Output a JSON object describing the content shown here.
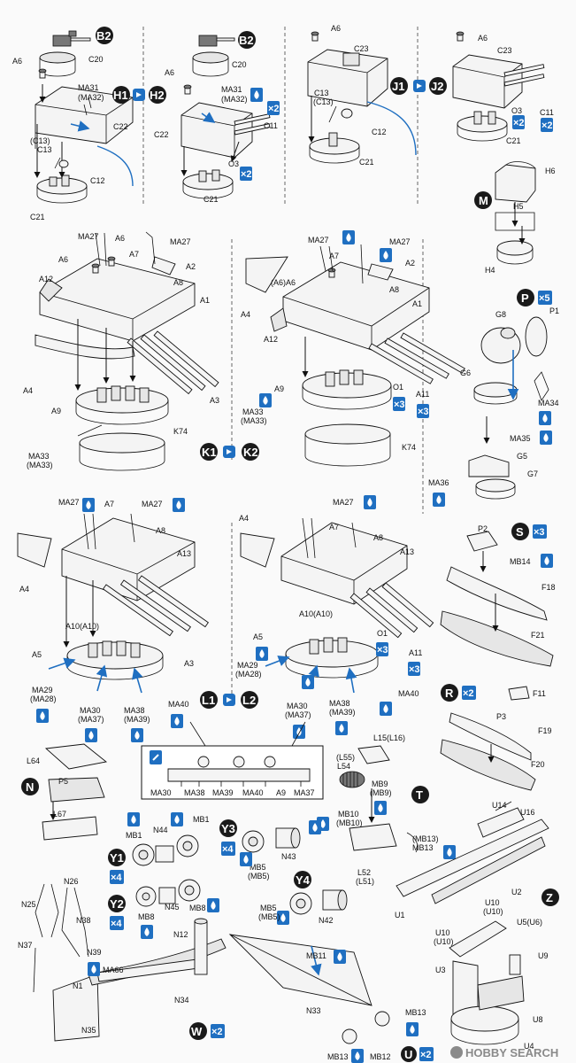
{
  "steps": {
    "b2_a": "B2",
    "b2_b": "B2",
    "h1": "H1",
    "h2": "H2",
    "j1": "J1",
    "j2": "J2",
    "m": "M",
    "p": "P",
    "p_qty": "×5",
    "k1": "K1",
    "k2": "K2",
    "l1": "L1",
    "l2": "L2",
    "s": "S",
    "s_qty": "×3",
    "r": "R",
    "r_qty": "×2",
    "n": "N",
    "t": "T",
    "y1": "Y1",
    "y1_qty": "×4",
    "y2": "Y2",
    "y2_qty": "×4",
    "y3": "Y3",
    "y3_qty": "×4",
    "y4": "Y4",
    "z": "Z",
    "w": "W",
    "w_qty": "×2",
    "u": "U",
    "u_qty": "×2"
  },
  "labels": {
    "h_a6": "A6",
    "h_c20": "C20",
    "h_ma31": "MA31",
    "h_ma32": "(MA32)",
    "h_c22": "C22",
    "h_c13p": "(C13)",
    "h_c13": "C13",
    "h_c12": "C12",
    "h_c21": "C21",
    "h2_a6": "A6",
    "h2_c20": "C20",
    "h2_ma31": "MA31",
    "h2_ma32": "(MA32)",
    "h2_c11": "C11",
    "h2_c22": "C22",
    "h2_o3": "O3",
    "h2_c21": "C21",
    "h2_x2": "×2",
    "h2_x2b": "×2",
    "j_a6": "A6",
    "j_c23": "C23",
    "j_c13": "C13",
    "j_c13p": "(C13)",
    "j_c12": "C12",
    "j_c21": "C21",
    "j2_a6": "A6",
    "j2_c23": "C23",
    "j2_o3": "O3",
    "j2_c11": "C11",
    "j2_c21": "C21",
    "j2_x2": "×2",
    "j2_x2b": "×2",
    "m_h6": "H6",
    "m_h5": "H5",
    "m_h4": "H4",
    "p_g8": "G8",
    "p_p1": "P1",
    "p_g6": "G6",
    "p_ma34": "MA34",
    "p_ma35": "MA35",
    "p_g5": "G5",
    "p_g7": "G7",
    "p_ma36": "MA36",
    "k_ma27": "MA27",
    "k_a6": "A6",
    "k_ma27b": "MA27",
    "k_a6b": "A6",
    "k_a7": "A7",
    "k_a2": "A2",
    "k_a8": "A8",
    "k_a12": "A12",
    "k_a1": "A1",
    "k_a3": "A3",
    "k_a4": "A4",
    "k_a9": "A9",
    "k_ma33": "MA33",
    "k_ma33p": "(MA33)",
    "k_k74": "K74",
    "k2_ma27": "MA27",
    "k2_ma27b": "MA27",
    "k2_a7": "A7",
    "k2_a2": "A2",
    "k2_a6": "(A6)A6",
    "k2_a8": "A8",
    "k2_a1": "A1",
    "k2_a4": "A4",
    "k2_a12": "A12",
    "k2_a9": "A9",
    "k2_o1": "O1",
    "k2_a11": "A11",
    "k2_x3": "×3",
    "k2_x3b": "×3",
    "k2_ma33": "MA33",
    "k2_ma33p": "(MA33)",
    "k2_k74": "K74",
    "l_ma27": "MA27",
    "l_a7": "A7",
    "l_ma27b": "MA27",
    "l_a8": "A8",
    "l_a13": "A13",
    "l_a4": "A4",
    "l_a10": "A10(A10)",
    "l_a5": "A5",
    "l_a3": "A3",
    "l_ma29": "MA29",
    "l_ma28": "(MA28)",
    "l_ma30": "MA30",
    "l_ma37": "(MA37)",
    "l_ma38": "MA38",
    "l_ma39": "(MA39)",
    "l_ma40": "MA40",
    "l2_ma27": "MA27",
    "l2_a4": "A4",
    "l2_a7": "A7",
    "l2_a8": "A8",
    "l2_a13": "A13",
    "l2_a10": "A10(A10)",
    "l2_o1": "O1",
    "l2_a11": "A11",
    "l2_a5": "A5",
    "l2_x3": "×3",
    "l2_x3b": "×3",
    "l2_ma29": "MA29",
    "l2_ma28": "(MA28)",
    "l2_ma30": "MA30",
    "l2_ma37": "(MA37)",
    "l2_ma38": "MA38",
    "l2_ma39": "(MA39)",
    "l2_ma40": "MA40",
    "d_ma30": "MA30",
    "d_ma38": "MA38",
    "d_ma39": "MA39",
    "d_ma40": "MA40",
    "d_a9": "A9",
    "d_ma37": "MA37",
    "s_p2": "P2",
    "s_mb14": "MB14",
    "s_f18": "F18",
    "s_f21": "F21",
    "r_f11": "F11",
    "r_p3": "P3",
    "r_f19": "F19",
    "r_f20": "F20",
    "n_l64": "L64",
    "n_p5": "P5",
    "n_l67": "L67",
    "t_l15": "L15(L16)",
    "t_l55": "(L55)",
    "t_l54": "L54",
    "t_mb9": "MB9",
    "t_mb9p": "(MB9)",
    "t_mb10": "MB10",
    "t_mb10p": "(MB10)",
    "t_mb13p": "(MB13)",
    "t_mb13": "MB13",
    "t_l52": "L52",
    "t_l51": "(L51)",
    "y_mb1": "MB1",
    "y_n44": "N44",
    "y_mb1b": "MB1",
    "y3_mb5": "MB5",
    "y3_mb5p": "(MB5)",
    "y3_n43": "N43",
    "y2_mb8": "MB8",
    "y2_n45": "N45",
    "y2_mb8b": "MB8",
    "y4_mb5": "MB5",
    "y4_mb5p": "(MB5)",
    "y4_n42": "N42",
    "z_u14": "U14",
    "z_u16": "U16",
    "z_u2": "U2",
    "z_u1": "U1",
    "z_u10a": "U10",
    "z_u10ap": "(U10)",
    "z_u10b": "U10",
    "z_u10bp": "(U10)",
    "z_u3": "U3",
    "z_u5": "U5(U6)",
    "z_u9": "U9",
    "z_u8": "U8",
    "z_u4": "U4",
    "w_n26": "N26",
    "w_n25": "N25",
    "w_n38": "N38",
    "w_n37": "N37",
    "w_n39": "N39",
    "w_ma66": "MA66",
    "w_n1": "N1",
    "w_n34": "N34",
    "w_n35": "N35",
    "w_n12": "N12",
    "w_mb11": "MB11",
    "w_n33": "N33",
    "w_mb13": "MB13",
    "w_mb13b": "MB13",
    "w_mb12": "MB12"
  },
  "watermark": "HOBBY SEARCH"
}
